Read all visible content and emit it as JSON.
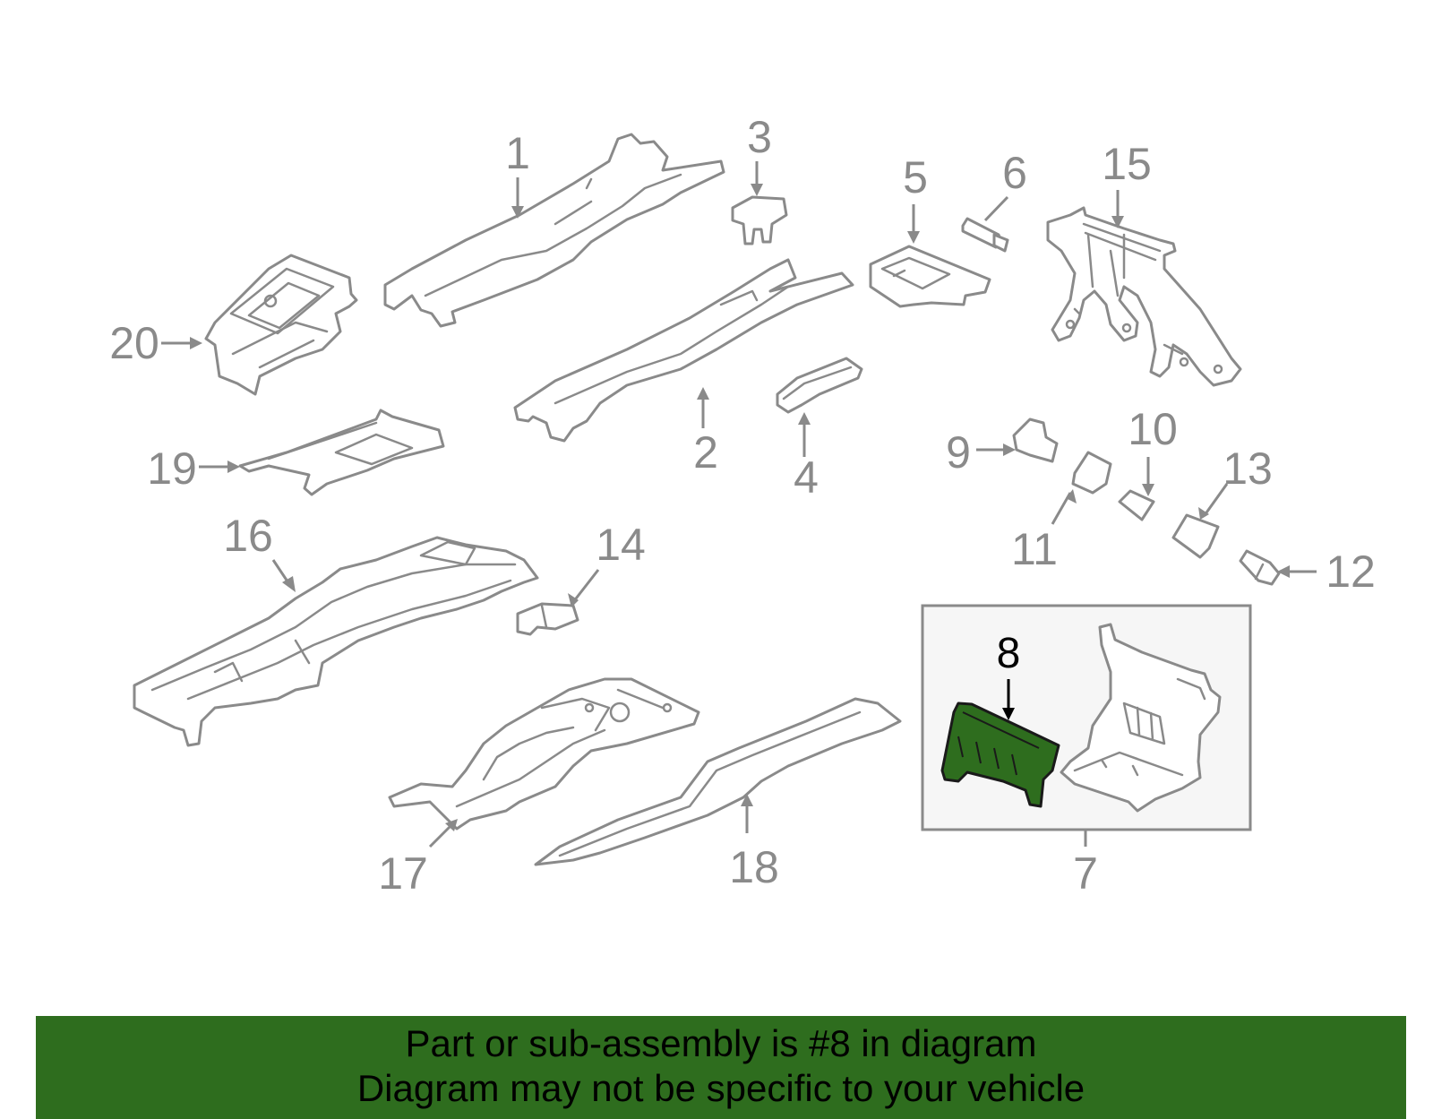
{
  "diagram": {
    "callouts": [
      {
        "num": "1"
      },
      {
        "num": "2"
      },
      {
        "num": "3"
      },
      {
        "num": "4"
      },
      {
        "num": "5"
      },
      {
        "num": "6"
      },
      {
        "num": "7"
      },
      {
        "num": "8"
      },
      {
        "num": "9"
      },
      {
        "num": "10"
      },
      {
        "num": "11"
      },
      {
        "num": "12"
      },
      {
        "num": "13"
      },
      {
        "num": "14"
      },
      {
        "num": "15"
      },
      {
        "num": "16"
      },
      {
        "num": "17"
      },
      {
        "num": "18"
      },
      {
        "num": "19"
      },
      {
        "num": "20"
      }
    ],
    "highlight_part": "8",
    "colors": {
      "line_gray": "#8a8a8a",
      "highlight_green": "#2e6d1e",
      "banner_green": "#2e6d1e",
      "inset_border": "#8a8a8a",
      "inset_fill": "#f6f6f6"
    }
  },
  "banner": {
    "line1": "Part or sub-assembly is #8 in diagram",
    "line2": "Diagram may not be specific to your vehicle"
  }
}
